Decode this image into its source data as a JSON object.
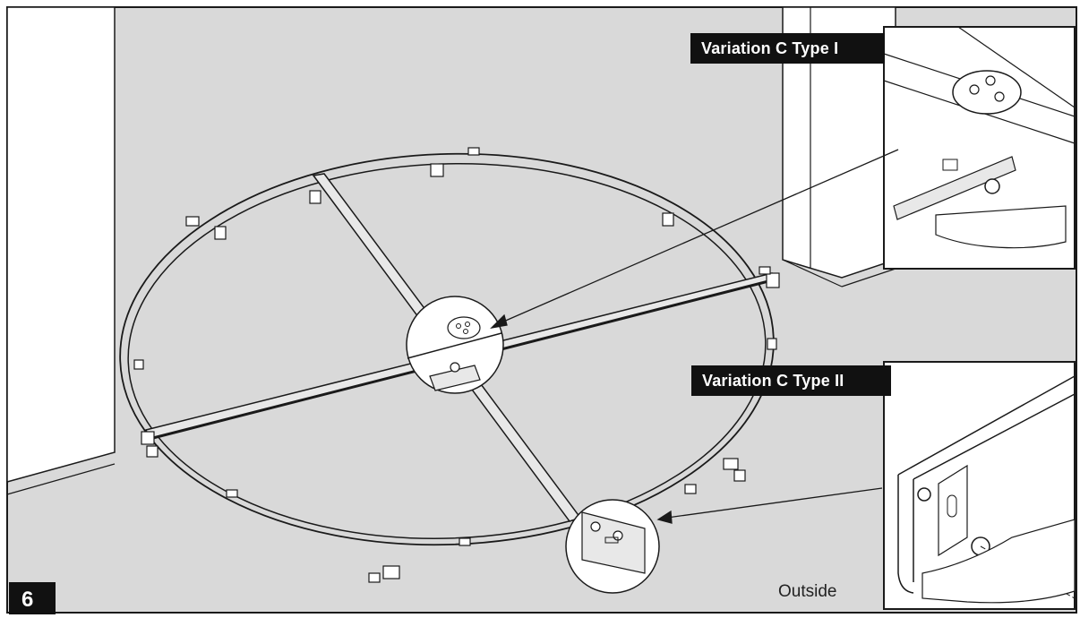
{
  "step": "6",
  "callouts": {
    "type1_label": "Variation C Type I",
    "type2_label": "Variation C Type II",
    "outside_label": "Outside"
  },
  "colors": {
    "floor": "#d9d9d9",
    "wall": "#ffffff",
    "line": "#1a1a1a",
    "label_bg": "#111111",
    "label_text": "#ffffff"
  }
}
